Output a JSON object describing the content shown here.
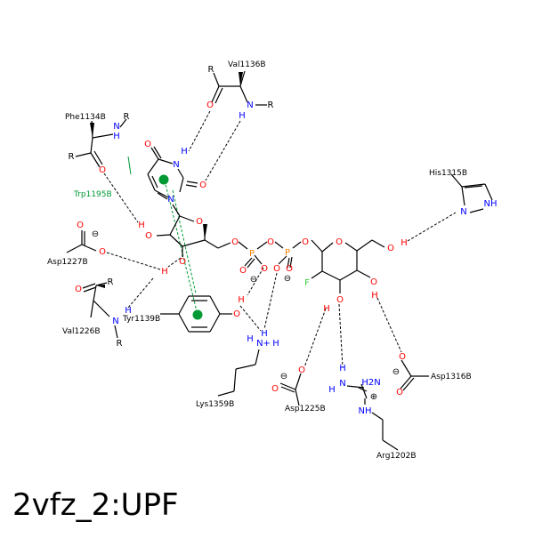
{
  "caption": "2vfz_2:UPF",
  "residues": {
    "val1136": "Val1136B",
    "phe1134": "Phe1134B",
    "trp1195": "Trp1195B",
    "his1315": "His1315B",
    "asp1227": "Asp1227B",
    "val1226": "Val1226B",
    "tyr1139": "Tyr1139B",
    "lys1359": "Lys1359B",
    "asp1225": "Asp1225B",
    "asp1316": "Asp1316B",
    "arg1202": "Arg1202B"
  },
  "atoms": {
    "O": "O",
    "N": "N",
    "H": "H",
    "R": "R",
    "F": "F",
    "P": "P",
    "NH": "NH",
    "H2N": "H2N",
    "Nplus": "N+",
    "minus": "⊖",
    "plus": "⊕"
  },
  "colors": {
    "carbon": "#000000",
    "oxygen": "#ff0000",
    "nitrogen": "#0000ff",
    "fluorine": "#33cc33",
    "phosphorus": "#ff8000",
    "hydrophobic": "#009933",
    "hbond": "#000000"
  }
}
